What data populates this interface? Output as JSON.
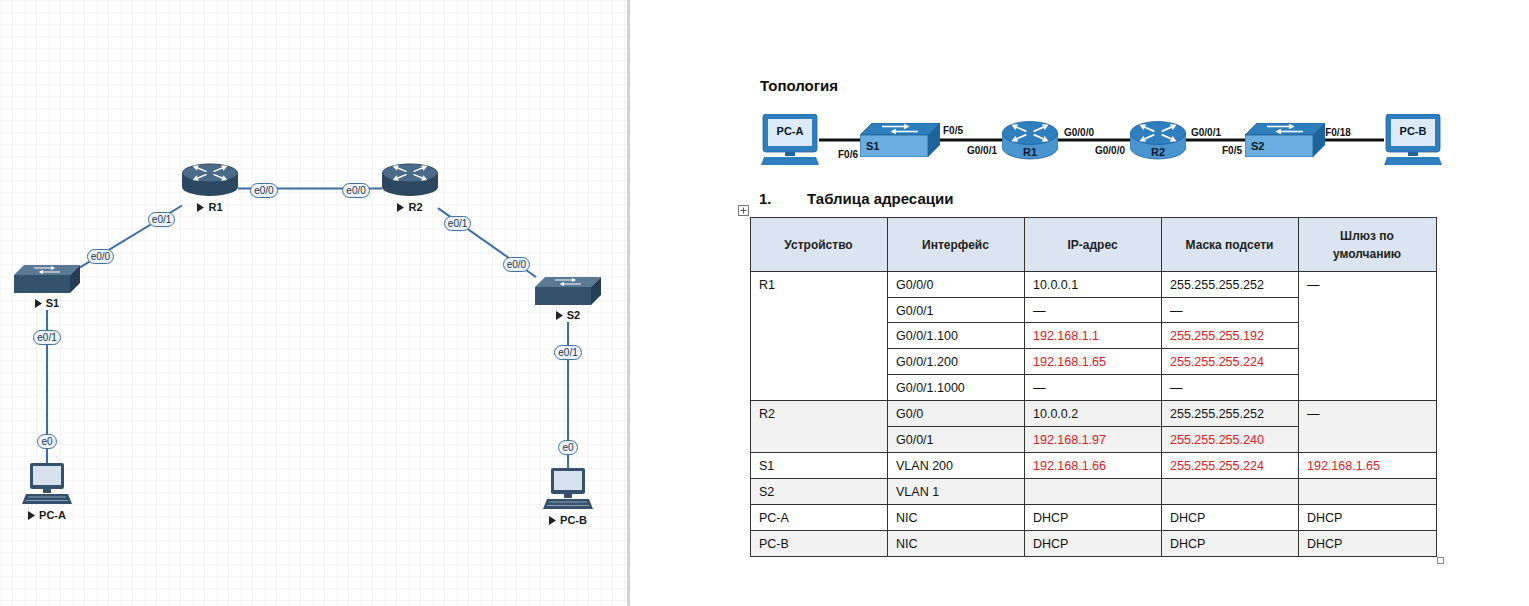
{
  "diagram": {
    "title": "Топология",
    "nodes": [
      {
        "text": [
          "R1"
        ]
      },
      {
        "text": [
          "R2"
        ]
      },
      {
        "text": [
          "S1"
        ]
      },
      {
        "text": [
          "S2"
        ]
      },
      {
        "text": [
          "PC-A"
        ]
      },
      {
        "text": [
          "PC-B"
        ]
      },
      {
        "text": [
          "PC-A"
        ]
      },
      {
        "text": [
          "S1"
        ]
      },
      {
        "text": [
          "R1"
        ]
      },
      {
        "text": [
          "R2"
        ]
      },
      {
        "text": [
          "S2"
        ]
      },
      {
        "text": [
          "PC-B"
        ]
      }
    ],
    "edges": [
      {
        "from": 0,
        "to": 1,
        "arrow": "none"
      },
      {
        "from": 0,
        "to": 2,
        "arrow": "none"
      },
      {
        "from": 1,
        "to": 3,
        "arrow": "none"
      },
      {
        "from": 2,
        "to": 4,
        "arrow": "none"
      },
      {
        "from": 3,
        "to": 5,
        "arrow": "none"
      },
      {
        "from": 6,
        "to": 7,
        "arrow": "none"
      },
      {
        "from": 7,
        "to": 8,
        "arrow": "none"
      },
      {
        "from": 8,
        "to": 9,
        "arrow": "none"
      },
      {
        "from": 9,
        "to": 10,
        "arrow": "none"
      },
      {
        "from": 10,
        "to": 11,
        "arrow": "none"
      }
    ],
    "labels": [
      "e0/1",
      "e0/0",
      "e0/0",
      "e0/1",
      "e0/0",
      "e0/1",
      "e0",
      "e0/0",
      "e0/1",
      "e0",
      "F0/6",
      "F0/5",
      "G0/0/1",
      "G0/0/0",
      "G0/0/0",
      "G0/0/1",
      "F0/5",
      "F0/18",
      "1.",
      "Таблица адресации",
      "Устройство",
      "Интерфейс",
      "IP-адрес",
      "Маска подсети",
      "Шлюз по умолчанию",
      "R1",
      "G0/0/0",
      "10.0.0.1",
      "255.255.255.252",
      "—",
      "G0/0/1",
      "—",
      "—",
      "G0/0/1.100",
      "192.168.1.1",
      "255.255.255.192",
      "G0/0/1.200",
      "192.168.1.65",
      "255.255.255.224",
      "G0/0/1.1000",
      "—",
      "—",
      "R2",
      "G0/0",
      "10.0.0.2",
      "255.255.255.252",
      "—",
      "G0/0/1",
      "192.168.1.97",
      "255.255.255.240",
      "S1",
      "VLAN 200",
      "192.168.1.66",
      "255.255.255.224",
      "192.168.1.65",
      "S2",
      "VLAN 1",
      "PC-A",
      "NIC",
      "DHCP",
      "DHCP",
      "DHCP",
      "PC-B",
      "NIC",
      "DHCP",
      "DHCP",
      "DHCP"
    ]
  }
}
